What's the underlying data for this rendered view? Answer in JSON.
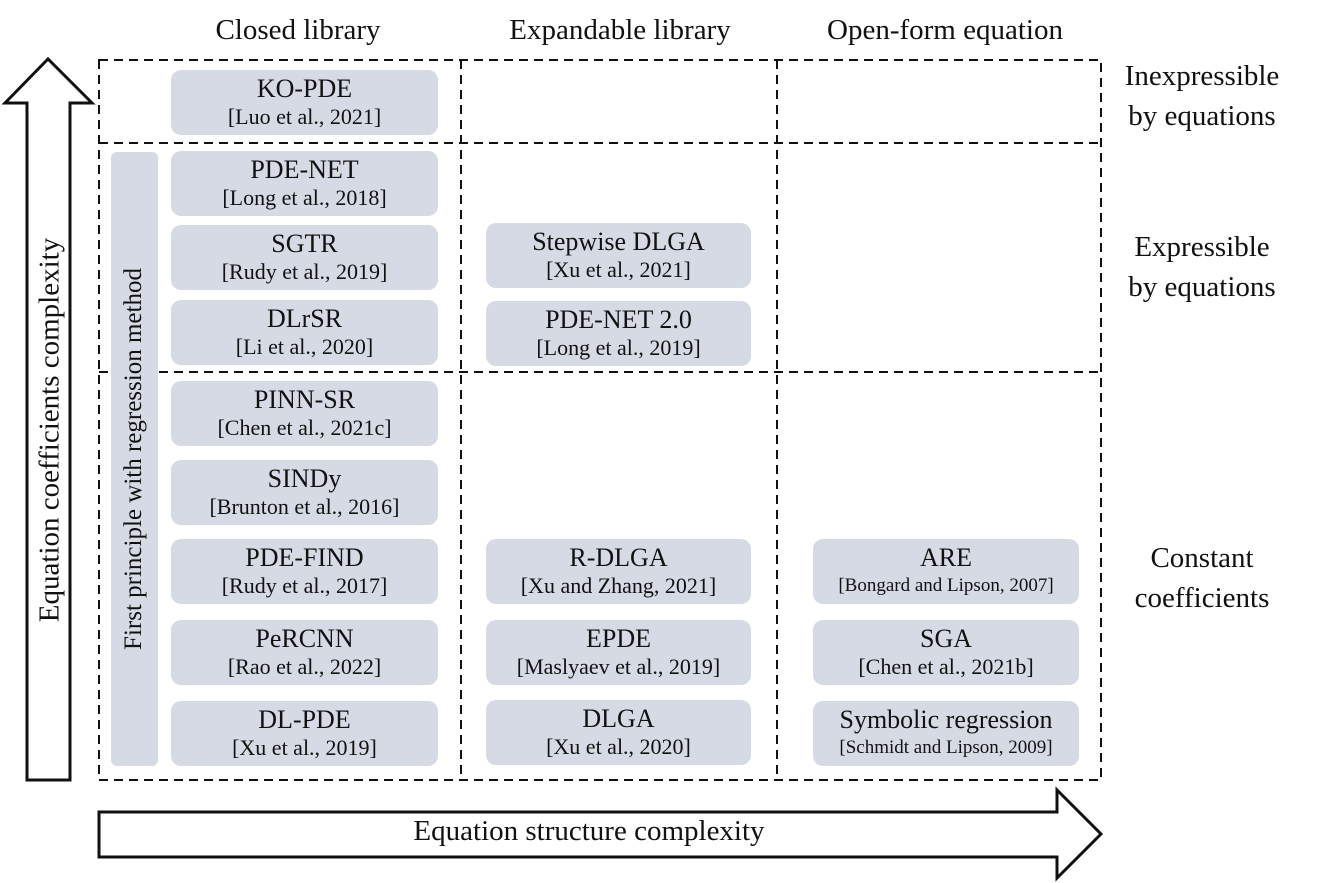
{
  "columns": {
    "closed": "Closed library",
    "expandable": "Expandable library",
    "open": "Open-form equation"
  },
  "rows": {
    "inexpressible": [
      "Inexpressible",
      "by equations"
    ],
    "expressible": [
      "Expressible",
      "by equations"
    ],
    "constant": [
      "Constant",
      "coefficients"
    ]
  },
  "side_bar_label": "First principle with regression method",
  "axes": {
    "vertical": "Equation coefficients complexity",
    "horizontal": "Equation structure complexity"
  },
  "methods": {
    "ko_pde": {
      "name": "KO-PDE",
      "cite": "[Luo et al., 2021]"
    },
    "pde_net": {
      "name": "PDE-NET",
      "cite": "[Long et al., 2018]"
    },
    "sgtr": {
      "name": "SGTR",
      "cite": "[Rudy et al., 2019]"
    },
    "dlrsr": {
      "name": "DLrSR",
      "cite": "[Li et al., 2020]"
    },
    "pinn_sr": {
      "name": "PINN-SR",
      "cite": "[Chen et al., 2021c]"
    },
    "sindy": {
      "name": "SINDy",
      "cite": "[Brunton et al., 2016]"
    },
    "pde_find": {
      "name": "PDE-FIND",
      "cite": "[Rudy et al., 2017]"
    },
    "percnn": {
      "name": "PeRCNN",
      "cite": "[Rao et al., 2022]"
    },
    "dl_pde": {
      "name": "DL-PDE",
      "cite": "[Xu et al., 2019]"
    },
    "stepwise_dlga": {
      "name": "Stepwise DLGA",
      "cite": "[Xu et al., 2021]"
    },
    "pde_net_2": {
      "name": "PDE-NET 2.0",
      "cite": "[Long et al., 2019]"
    },
    "r_dlga": {
      "name": "R-DLGA",
      "cite": "[Xu and Zhang, 2021]"
    },
    "epde": {
      "name": "EPDE",
      "cite": "[Maslyaev et al., 2019]"
    },
    "dlga": {
      "name": "DLGA",
      "cite": "[Xu et al., 2020]"
    },
    "are": {
      "name": "ARE",
      "cite": "[Bongard and Lipson, 2007]"
    },
    "sga": {
      "name": "SGA",
      "cite": "[Chen et al., 2021b]"
    },
    "symbolic_regression": {
      "name": "Symbolic regression",
      "cite": "[Schmidt and Lipson, 2009]"
    }
  }
}
